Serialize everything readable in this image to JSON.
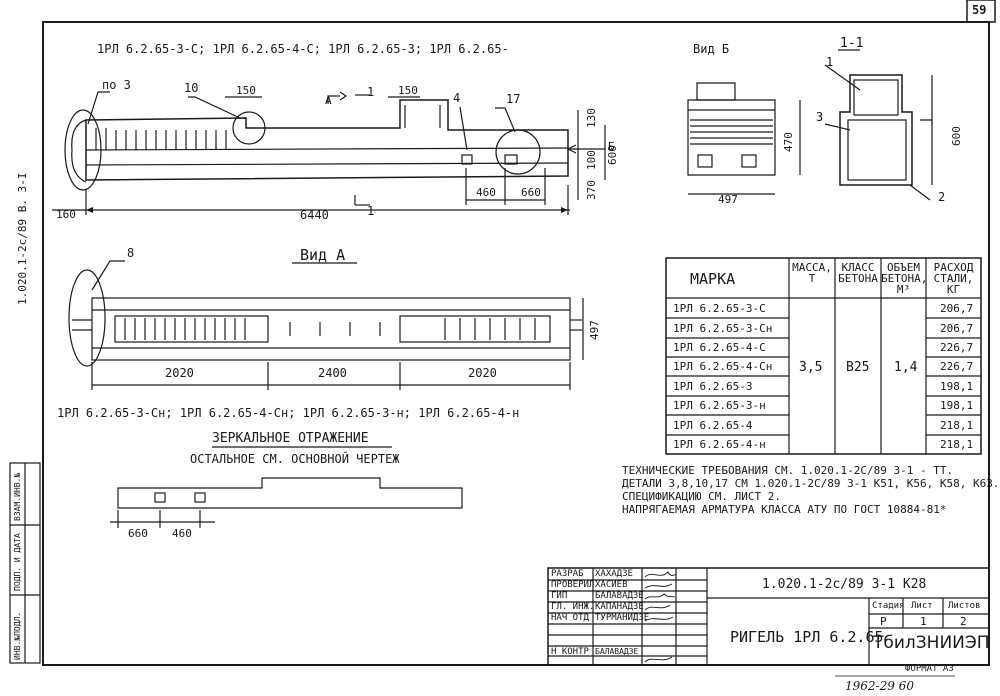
{
  "page_number": "59",
  "side_code": "1.020.1-2с/89 В. 3-I",
  "side_stamp": [
    "ВЗАМ.ИНВ.№",
    "ПОДП. И ДАТА",
    "ИНВ.№ПОДЛ."
  ],
  "header_marks": "1РЛ 6.2.65-3-С;  1РЛ 6.2.65-4-С;  1РЛ 6.2.65-3;  1РЛ 6.2.65-",
  "view_b_title": "Вид Б",
  "section_title": "1-1",
  "view_a_title": "Вид А",
  "callouts": {
    "pos3": "по 3",
    "c10": "10",
    "c4": "4",
    "c17": "17",
    "c8": "8",
    "s1": "1",
    "s3": "3",
    "s2": "2",
    "sec1a": "1",
    "sec1b": "1",
    "arrowA": "А",
    "arrowB": "Б"
  },
  "dims": {
    "d150a": "150",
    "d150b": "150",
    "d130": "130",
    "d100": "100",
    "d370": "370",
    "d600": "600",
    "d460": "460",
    "d660": "660",
    "d160": "160",
    "d6440": "6440",
    "d470": "470",
    "d497": "497",
    "d600b": "600",
    "d2020a": "2020",
    "d2400": "2400",
    "d2020b": "2020",
    "d497b": "497",
    "d660b": "660",
    "d460b": "460"
  },
  "mirror_marks": "1РЛ 6.2.65-3-Сн;  1РЛ 6.2.65-4-Сн;  1РЛ 6.2.65-3-н;  1РЛ 6.2.65-4-н",
  "mirror_title": "ЗЕРКАЛЬНОЕ  ОТРАЖЕНИЕ",
  "mirror_note": "ОСТАЛЬНОЕ  СМ.  ОСНОВНОЙ  ЧЕРТЕЖ",
  "table": {
    "headers": {
      "mark": "МАРКА",
      "mass": [
        "МАССА,",
        "Т"
      ],
      "class": [
        "КЛАСС",
        "БЕТОНА"
      ],
      "volume": [
        "ОБЪЕМ",
        "БЕТОНА,",
        "М³"
      ],
      "steel": [
        "РАСХОД",
        "СТАЛИ,",
        "КГ"
      ]
    },
    "rows": [
      {
        "mark": "1РЛ 6.2.65-3-С",
        "steel": "206,7"
      },
      {
        "mark": "1РЛ 6.2.65-3-Сн",
        "steel": "206,7"
      },
      {
        "mark": "1РЛ 6.2.65-4-С",
        "steel": "226,7"
      },
      {
        "mark": "1РЛ 6.2.65-4-Сн",
        "steel": "226,7"
      },
      {
        "mark": "1РЛ 6.2.65-3",
        "steel": "198,1"
      },
      {
        "mark": "1РЛ 6.2.65-3-н",
        "steel": "198,1"
      },
      {
        "mark": "1РЛ 6.2.65-4",
        "steel": "218,1"
      },
      {
        "mark": "1РЛ 6.2.65-4-н",
        "steel": "218,1"
      }
    ],
    "mass": "3,5",
    "concrete_class": "В25",
    "volume": "1,4"
  },
  "notes": [
    "ТЕХНИЧЕСКИЕ  ТРЕБОВАНИЯ  СМ. 1.020.1-2С/89 3-1 - ТТ.",
    "ДЕТАЛИ 3,8,10,17   СМ 1.020.1-2С/89 3-1 К51, К56, К58, К63.",
    "СПЕЦИФИКАЦИЮ  СМ.  ЛИСТ 2.",
    "НАПРЯГАЕМАЯ  АРМАТУРА  КЛАССА  АТУ  ПО ГОСТ 10884-81*"
  ],
  "title_block": {
    "roles": [
      "РАЗРАБ",
      "ПРОВЕРИЛ",
      "ГИП",
      "ГЛ. ИНЖ.",
      "НАЧ ОТД",
      "Н КОНТР"
    ],
    "names": [
      "ХАХАДЗЕ",
      "ХАСИЕВ",
      "БАЛАВАДЗЕ",
      "КАПАНАДЗЕ",
      "ТУРМАНИДЗЕ",
      "БАЛАВАДЗЕ"
    ],
    "code": "1.020.1-2с/89  3-1  К28",
    "name": "РИГЕЛЬ  1РЛ 6.2.65",
    "stage_label": "Стадия",
    "sheet_label": "Лист",
    "sheets_label": "Листов",
    "stage": "Р",
    "sheet": "1",
    "sheets": "2",
    "org": "ТбилЗНИИЭП"
  },
  "format": "ФОРМАТ А3",
  "handwritten": "1962-29    60"
}
